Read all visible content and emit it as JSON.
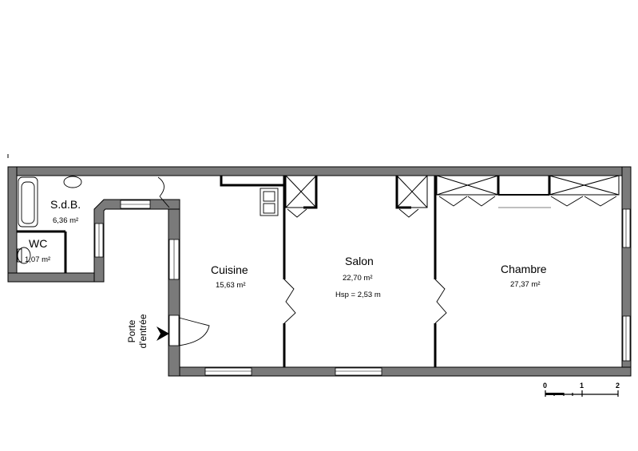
{
  "rooms": {
    "sdb": {
      "name": "S.d.B.",
      "area": "6,36 m²"
    },
    "wc": {
      "name": "WC",
      "area": "1,07 m²"
    },
    "cuisine": {
      "name": "Cuisine",
      "area": "15,63 m²"
    },
    "salon": {
      "name": "Salon",
      "area": "22,70 m²",
      "height": "Hsp = 2,53 m"
    },
    "chambre": {
      "name": "Chambre",
      "area": "27,37 m²"
    }
  },
  "entry": {
    "line1": "Porte",
    "line2": "d'entrée"
  },
  "scale": {
    "ticks": [
      "0",
      "1",
      "2"
    ]
  },
  "colors": {
    "wall": "#7a7a7a",
    "wall_edge": "#000000",
    "background": "#ffffff"
  }
}
